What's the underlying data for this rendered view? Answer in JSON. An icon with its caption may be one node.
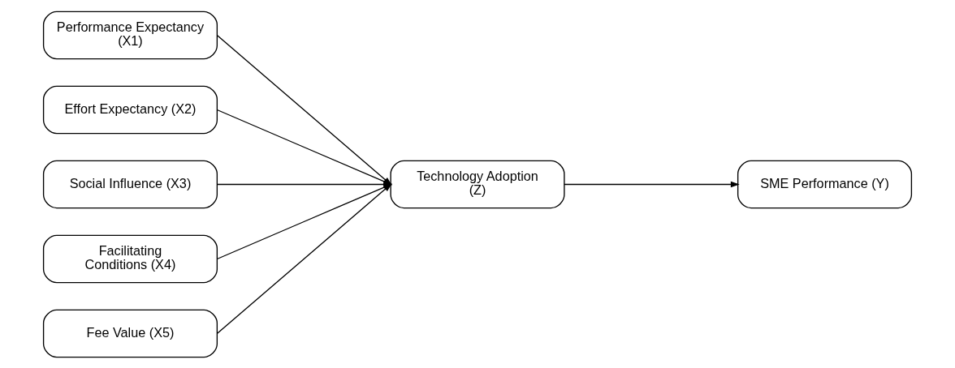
{
  "diagram": {
    "nodes": [
      {
        "text": [
          "Performance Expectancy (X1)"
        ]
      },
      {
        "text": [
          "Effort Expectancy (X2)"
        ]
      },
      {
        "text": [
          "Social Influence (X3)"
        ]
      },
      {
        "text": [
          "Facilitating Conditions (X4)"
        ]
      },
      {
        "text": [
          "Fee Value (X5)"
        ]
      },
      {
        "text": [
          "Technology Adoption (Z)"
        ]
      },
      {
        "text": [
          "SME Performance (Y)"
        ]
      }
    ],
    "edges": [
      {
        "from": 0,
        "to": 5,
        "arrow": "to"
      },
      {
        "from": 1,
        "to": 5,
        "arrow": "to"
      },
      {
        "from": 2,
        "to": 5,
        "arrow": "to"
      },
      {
        "from": 3,
        "to": 5,
        "arrow": "to"
      },
      {
        "from": 4,
        "to": 5,
        "arrow": "to"
      },
      {
        "from": 5,
        "to": 6,
        "arrow": "to"
      }
    ]
  }
}
